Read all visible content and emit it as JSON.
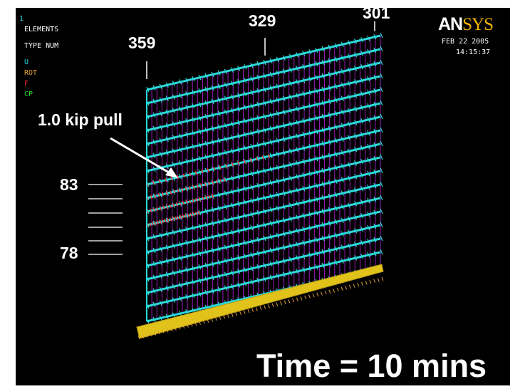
{
  "window_number": "1",
  "plot_title": "ELEMENTS",
  "plot_subtitle": "TYPE NUM",
  "legend": [
    {
      "label": "U",
      "color": "#2bd9d9"
    },
    {
      "label": "ROT",
      "color": "#e8a23a"
    },
    {
      "label": "F",
      "color": "#ff2a2a"
    },
    {
      "label": "CP",
      "color": "#22dd22"
    }
  ],
  "logo": {
    "part1": "AN",
    "part2": "SYS"
  },
  "date": "FEB 22 2005",
  "time": "14:15:37",
  "node_labels": {
    "left_top": "359",
    "middle_top": "329",
    "right_top": "301",
    "side_upper": "83",
    "side_lower": "78"
  },
  "annotation": "1.0 kip pull",
  "caption": "Time = 10 mins",
  "colors": {
    "background": "#000000",
    "frame": "#ffffff",
    "members": "#9b1fbf",
    "supports": "#2bd9d9",
    "base": "#e0c21a",
    "load": "#ff2a2a",
    "label": "#ffffff"
  }
}
